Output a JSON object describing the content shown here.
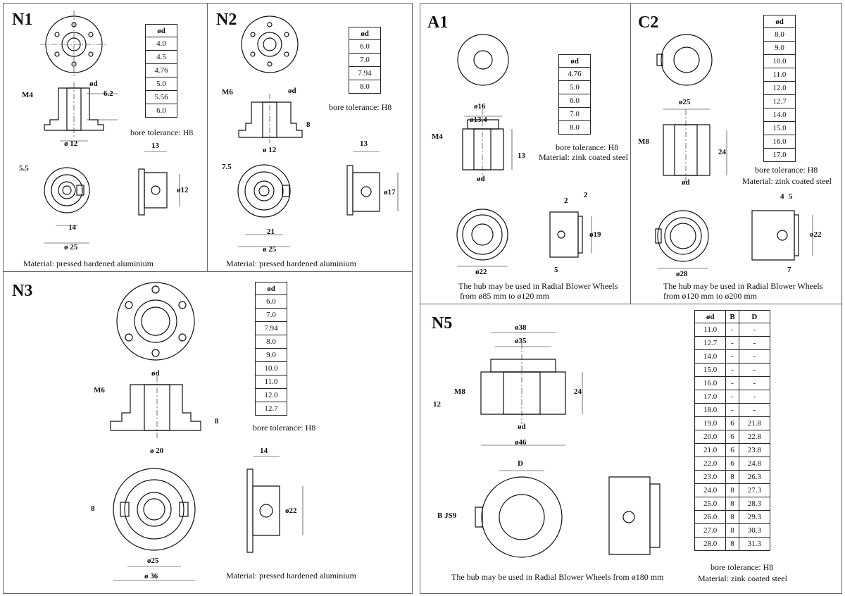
{
  "panels": {
    "n1": {
      "title": "N1",
      "table_header": "ød",
      "rows": [
        "4.0",
        "4.5",
        "4.76",
        "5.0",
        "5.56",
        "6.0"
      ],
      "tolerance": "bore tolerance: H8",
      "material": "Material: pressed hardened aluminium",
      "dims": {
        "thread": "M4",
        "od": "ød",
        "h": "6.2",
        "base": "ø 12",
        "off": "5.5",
        "w14": "14",
        "d25": "ø 25",
        "s13": "13",
        "s12": "ø12"
      }
    },
    "n2": {
      "title": "N2",
      "table_header": "ød",
      "rows": [
        "6.0",
        "7.0",
        "7.94",
        "8.0"
      ],
      "tolerance": "bore tolerance: H8",
      "material": "Material: pressed hardened aluminium",
      "dims": {
        "thread": "M6",
        "od": "ød",
        "h": "8",
        "base": "ø 12",
        "off": "7.5",
        "w21": "21",
        "d25": "ø 25",
        "s13": "13",
        "s17": "ø17"
      }
    },
    "n3": {
      "title": "N3",
      "table_header": "ød",
      "rows": [
        "6.0",
        "7.0",
        "7.94",
        "8.0",
        "9.0",
        "10.0",
        "11.0",
        "12.0",
        "12.7"
      ],
      "tolerance": "bore tolerance: H8",
      "material": "Material: pressed hardened aluminium",
      "dims": {
        "thread": "M6",
        "od": "ød",
        "h": "8",
        "base": "ø 20",
        "off": "8",
        "d25": "ø25",
        "d36": "ø 36",
        "s14": "14",
        "s22": "ø22"
      }
    },
    "a1": {
      "title": "A1",
      "table_header": "ød",
      "rows": [
        "4.76",
        "5.0",
        "6.0",
        "7.0",
        "8.0"
      ],
      "tolerance": "bore tolerance: H8",
      "material": "Material: zink coated steel",
      "usage": "The hub may be used in Radial Blower Wheels",
      "range": "from ø85 mm to ø120 mm",
      "dims": {
        "d16": "ø16",
        "d134": "ø13.4",
        "thread": "M4",
        "h13": "13",
        "od": "ød",
        "d22": "ø22",
        "two_a": "2",
        "two_b": "2",
        "d19": "ø19",
        "five": "5"
      }
    },
    "c2": {
      "title": "C2",
      "table_header": "ød",
      "rows": [
        "8.0",
        "9.0",
        "10.0",
        "11.0",
        "12.0",
        "12.7",
        "14.0",
        "15.0",
        "16.0",
        "17.0"
      ],
      "tolerance": "bore tolerance: H8",
      "material": "Material: zink coated steel",
      "usage": "The hub may be used in Radial Blower Wheels",
      "range": "from ø120 mm to ø200 mm",
      "dims": {
        "d25": "ø25",
        "thread": "M8",
        "h24": "24",
        "od": "ød",
        "four": "4",
        "five": "5",
        "d28": "ø28",
        "d22": "ø22",
        "seven": "7"
      }
    },
    "n5": {
      "title": "N5",
      "headers": [
        "ød",
        "B",
        "D"
      ],
      "rows": [
        [
          "11.0",
          "-",
          "-"
        ],
        [
          "12.7",
          "-",
          "-"
        ],
        [
          "14.0",
          "-",
          "-"
        ],
        [
          "15.0",
          "-",
          "-"
        ],
        [
          "16.0",
          "-",
          "-"
        ],
        [
          "17.0",
          "-",
          "-"
        ],
        [
          "18.0",
          "-",
          "-"
        ],
        [
          "19.0",
          "6",
          "21.8"
        ],
        [
          "20.0",
          "6",
          "22.8"
        ],
        [
          "21.0",
          "6",
          "23.8"
        ],
        [
          "22.0",
          "6",
          "24.8"
        ],
        [
          "23.0",
          "8",
          "26.3"
        ],
        [
          "24.0",
          "8",
          "27.3"
        ],
        [
          "25.0",
          "8",
          "28.3"
        ],
        [
          "26.0",
          "8",
          "29.3"
        ],
        [
          "27.0",
          "8",
          "30.3"
        ],
        [
          "28.0",
          "8",
          "31.3"
        ]
      ],
      "tolerance": "bore tolerance: H8",
      "material": "Material: zink coated steel",
      "usage": "The hub may be used in Radial Blower Wheels from ø180 mm",
      "dims": {
        "d38": "ø38",
        "d35": "ø35",
        "thread": "M8",
        "twelve": "12",
        "h24": "24",
        "od": "ød",
        "d46": "ø46",
        "D": "D",
        "bjs": "B JS9"
      }
    }
  }
}
